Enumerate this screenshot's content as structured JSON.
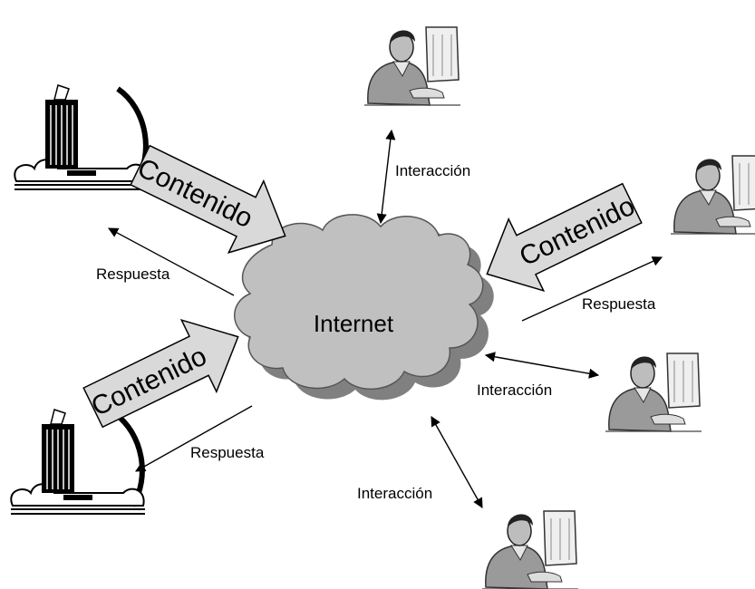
{
  "center": {
    "label": "Internet"
  },
  "content_arrows": [
    {
      "id": "top-left",
      "label": "Contenido"
    },
    {
      "id": "right",
      "label": "Contenido"
    },
    {
      "id": "bottom-left",
      "label": "Contenido"
    }
  ],
  "connector_labels": {
    "respuesta_top_left": "Respuesta",
    "respuesta_right": "Respuesta",
    "respuesta_bottom_left": "Respuesta",
    "interaccion_top": "Interacción",
    "interaccion_right": "Interacción",
    "interaccion_bottom": "Interacción"
  },
  "icons": {
    "server_top_left": "office-building-icon",
    "server_bottom_left": "office-building-icon",
    "users": [
      "person-at-computer-icon",
      "person-at-computer-icon",
      "person-at-computer-icon",
      "person-at-computer-icon"
    ]
  },
  "colors": {
    "cloud_fill": "#c0c0c0",
    "cloud_shadow": "#808080",
    "arrow_fill": "#d9d9d9"
  }
}
